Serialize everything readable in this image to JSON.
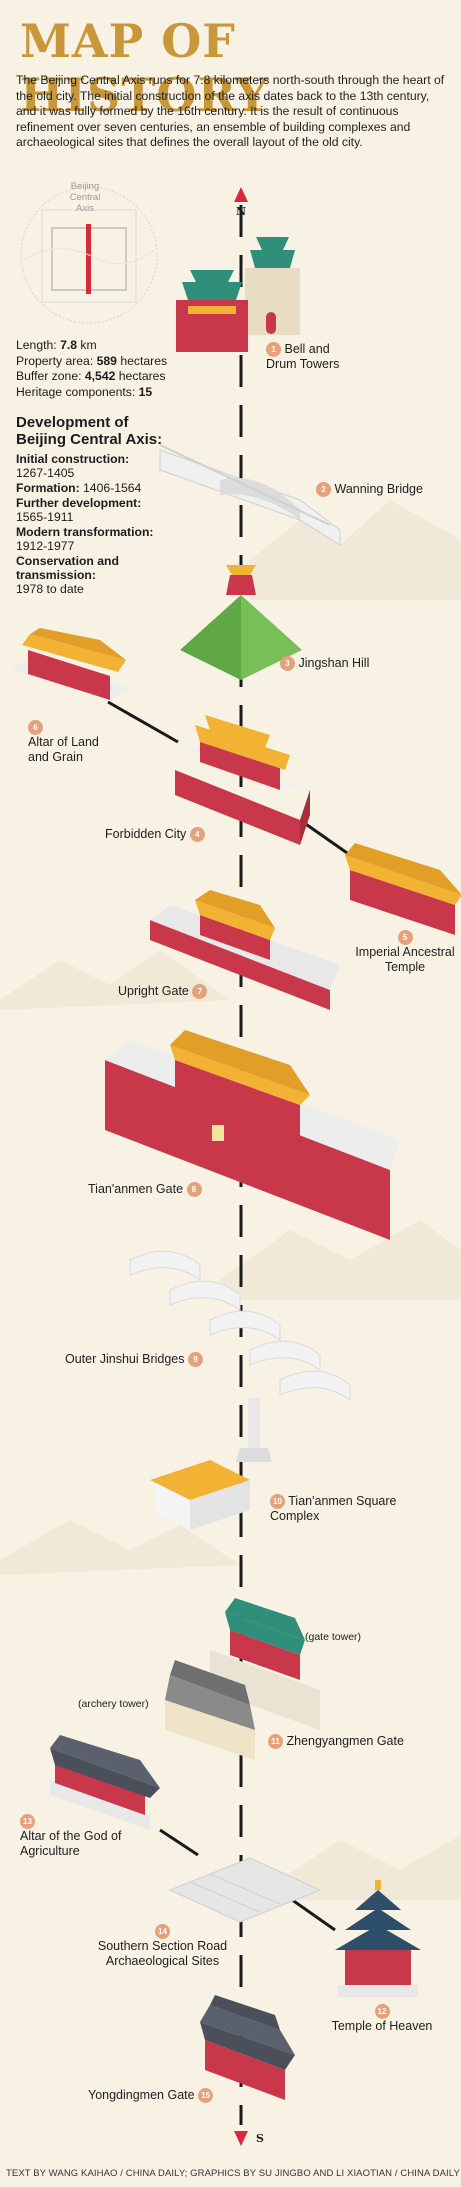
{
  "title": "MAP OF HISTORY",
  "intro": "The Beijing Central Axis runs for 7.8 kilometers north-south through the heart of the old city. The initial construction of the axis dates back to the 13th century, and it was fully formed by the 16th century. It is the result of continuous refinement over seven centuries, an ensemble of building complexes and archaeological sites that defines the overall layout of the old city.",
  "map_label": "Beijing Central Axis",
  "stats": {
    "length_label": "Length:",
    "length_value": "7.8",
    "length_unit": "km",
    "property_label": "Property area:",
    "property_value": "589",
    "property_unit": "hectares",
    "buffer_label": "Buffer zone:",
    "buffer_value": "4,542",
    "buffer_unit": "hectares",
    "heritage_label": "Heritage components:",
    "heritage_value": "15"
  },
  "development": {
    "title": "Development of Beijing Central Axis:",
    "initial_label": "Initial construction:",
    "initial_value": "1267-1405",
    "formation_label": "Formation:",
    "formation_value": "1406-1564",
    "further_label": "Further development:",
    "further_value": "1565-1911",
    "modern_label": "Modern transformation:",
    "modern_value": "1912-1977",
    "conservation_label": "Conservation and transmission:",
    "conservation_value": "1978 to date"
  },
  "compass": {
    "north": "N",
    "south": "S"
  },
  "sites": [
    {
      "num": "1",
      "name": "Bell and Drum Towers"
    },
    {
      "num": "2",
      "name": "Wanning Bridge"
    },
    {
      "num": "3",
      "name": "Jingshan Hill"
    },
    {
      "num": "4",
      "name": "Forbidden City"
    },
    {
      "num": "5",
      "name": "Imperial Ancestral Temple"
    },
    {
      "num": "6",
      "name": "Altar of Land and Grain"
    },
    {
      "num": "7",
      "name": "Upright Gate"
    },
    {
      "num": "8",
      "name": "Tian'anmen Gate"
    },
    {
      "num": "9",
      "name": "Outer Jinshui Bridges"
    },
    {
      "num": "10",
      "name": "Tian'anmen Square Complex"
    },
    {
      "num": "11",
      "name": "Zhengyangmen Gate"
    },
    {
      "num": "12",
      "name": "Temple of Heaven"
    },
    {
      "num": "13",
      "name": "Altar of the God of Agriculture"
    },
    {
      "num": "14",
      "name": "Southern Section Road Archaeological Sites"
    },
    {
      "num": "15",
      "name": "Yongdingmen Gate"
    }
  ],
  "annotations": {
    "gate_tower": "(gate tower)",
    "archery_tower": "(archery tower)"
  },
  "credit": "TEXT BY WANG KAIHAO / CHINA DAILY; GRAPHICS BY SU JINGBO AND LI XIAOTIAN / CHINA DAILY",
  "colors": {
    "gold": "#c8973a",
    "red": "#c8384a",
    "badge": "#e4a27c",
    "roof": "#f2b234"
  }
}
